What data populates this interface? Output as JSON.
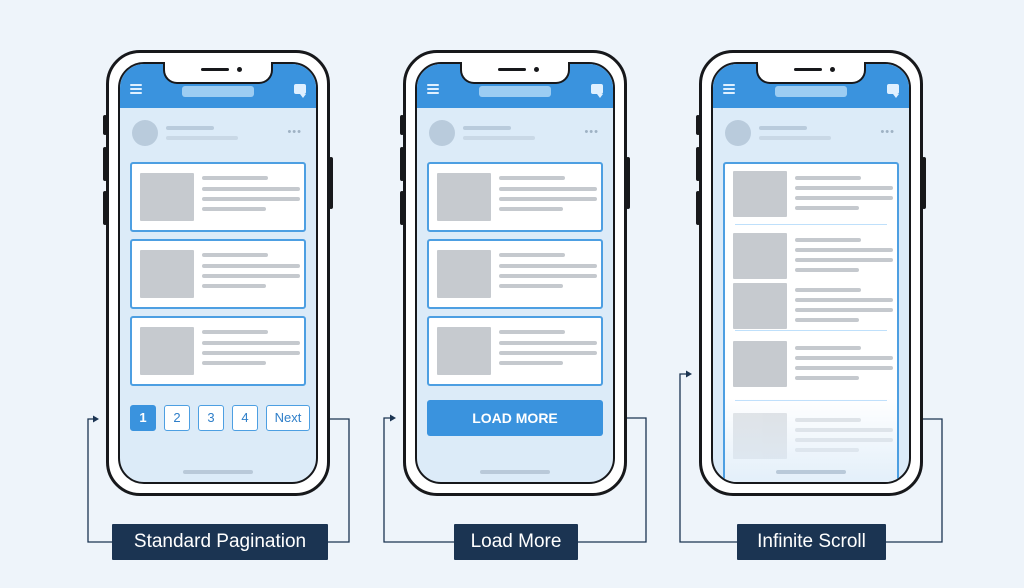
{
  "colors": {
    "background": "#eef4fa",
    "phone_frame": "#17181b",
    "app_bar": "#3a93de",
    "card_border": "#4d9fe2",
    "placeholder": "#c6cacf",
    "label_background": "#1b3452",
    "connector": "#1b3452"
  },
  "phones": [
    {
      "label": "Standard Pagination",
      "pagination": {
        "pages": [
          "1",
          "2",
          "3",
          "4"
        ],
        "next": "Next",
        "active_page": "1"
      }
    },
    {
      "label": "Load More",
      "load_more": "LOAD MORE"
    },
    {
      "label": "Infinite Scroll"
    }
  ],
  "icons": [
    "menu-icon",
    "chat-icon",
    "more-options-icon",
    "arrow-right-icon"
  ]
}
